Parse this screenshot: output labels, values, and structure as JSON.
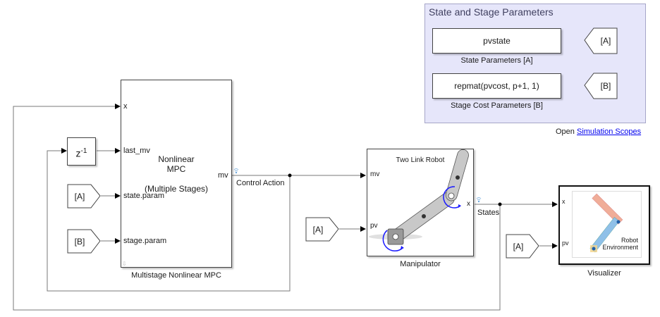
{
  "area": {
    "title": "State and Stage Parameters",
    "state_block": "pvstate",
    "state_label": "State Parameters [A]",
    "state_goto": "[A]",
    "stage_block": "repmat(pvcost, p+1, 1)",
    "stage_label": "Stage Cost Parameters [B]",
    "stage_goto": "[B]"
  },
  "scopes_link": {
    "prefix": "Open",
    "link": "Simulation Scopes"
  },
  "mpc": {
    "title_line1": "Nonlinear",
    "title_line2": "MPC",
    "title_line3": "(Multiple Stages)",
    "name": "Multistage Nonlinear MPC",
    "ports_in": [
      "x",
      "last_mv",
      "state.param",
      "stage.param"
    ],
    "port_out": "mv"
  },
  "delay": {
    "label": "z",
    "exponent": "-1"
  },
  "from_blocks": {
    "a1": "[A]",
    "b1": "[B]",
    "a2": "[A]",
    "a3": "[A]"
  },
  "signals": {
    "control_action": "Control Action",
    "states": "States"
  },
  "manipulator": {
    "title": "Two Link Robot",
    "name": "Manipulator",
    "ports_in": [
      "mv",
      "pv"
    ],
    "port_out": "x"
  },
  "visualizer": {
    "name": "Visualizer",
    "ports_in": [
      "x",
      "pv"
    ],
    "env_line1": "Robot",
    "env_line2": "Environment"
  },
  "colors": {
    "area_bg": "#e6e6fa",
    "link": "#0000ee",
    "rotation_arrow": "#1a1aff",
    "link1_vis": "#8fc0e8",
    "link2_vis": "#f0ad98"
  }
}
